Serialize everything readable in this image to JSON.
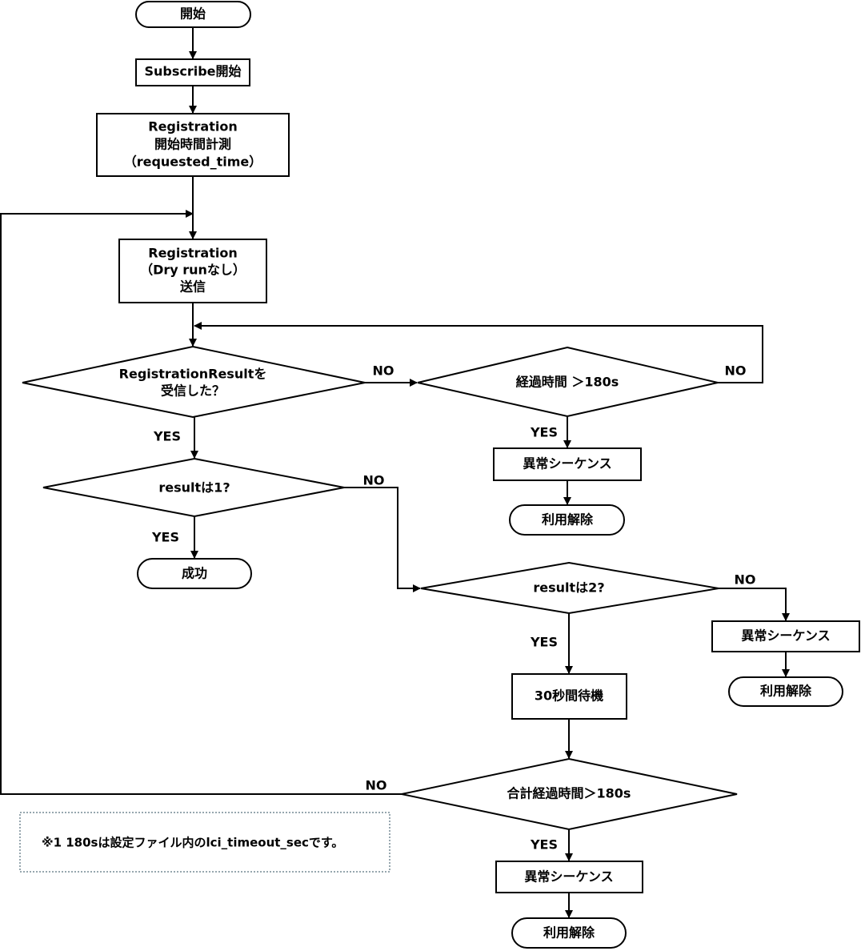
{
  "nodes": {
    "start": "開始",
    "subscribe": "Subscribe開始",
    "measure_1": "Registration",
    "measure_2": "開始時間計測",
    "measure_3": "（requested_time）",
    "send_1": "Registration",
    "send_2": "（Dry runなし）",
    "send_3": "送信",
    "received_q_1": "RegistrationResultを",
    "received_q_2": "受信した？",
    "elapsed_q": "経過時間 ＞180s",
    "error_1": "異常シーケンス",
    "release_1": "利用解除",
    "result1_q": "resultは1?",
    "success": "成功",
    "result2_q": "resultは2?",
    "error_2": "異常シーケンス",
    "release_2": "利用解除",
    "wait": "30秒間待機",
    "total_q": "合計経過時間＞180s",
    "error_3": "異常シーケンス",
    "release_3": "利用解除"
  },
  "edge_labels": {
    "received_no": "NO",
    "elapsed_no": "NO",
    "received_yes": "YES",
    "elapsed_yes": "YES",
    "result1_no": "NO",
    "result1_yes": "YES",
    "result2_no": "NO",
    "result2_yes": "YES",
    "total_no": "NO",
    "total_yes": "YES"
  },
  "note": "※1 180sは設定ファイル内のlci_timeout_secです。"
}
